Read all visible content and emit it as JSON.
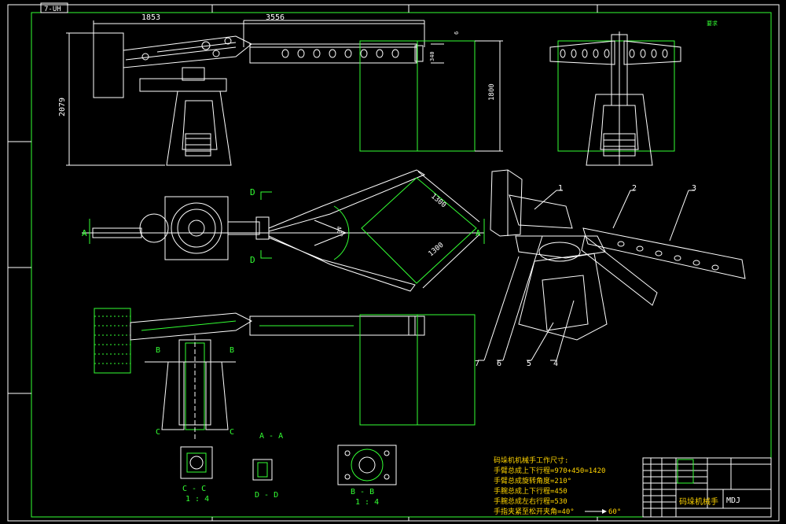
{
  "drawing": {
    "corner_tag": "7-UH",
    "top_right_mark": "要求",
    "dimensions": {
      "top_left": "1853",
      "top_right": "3556",
      "height_left": "2079",
      "arm_small": "340",
      "arm_tiny": "6",
      "frame_height": "1800",
      "swing_a": "1300",
      "swing_b": "1300",
      "swing_angle": "40°"
    },
    "section_marks": {
      "a": "A",
      "b": "B",
      "c": "C",
      "d": "D"
    },
    "balloons": [
      "1",
      "2",
      "3",
      "4",
      "5",
      "6",
      "7"
    ],
    "views": {
      "aa": "A - A",
      "cc": "C - C",
      "cc_scale": "1 : 4",
      "dd": "D - D",
      "bb": "B - B",
      "bb_scale": "1 : 4"
    },
    "specs": {
      "title": "码垛机机械手工作尺寸:",
      "lines": [
        "手臂总成上下行程=970+450=1420",
        "手臂总成旋转角度=210°",
        "手腕总成上下行程=450",
        "手腕总成左右行程=530",
        "手指夹紧至松开夹角=40°"
      ],
      "arrow_value": "60°"
    },
    "title_block": {
      "name": "码垛机械手",
      "code": "MDJ"
    }
  }
}
